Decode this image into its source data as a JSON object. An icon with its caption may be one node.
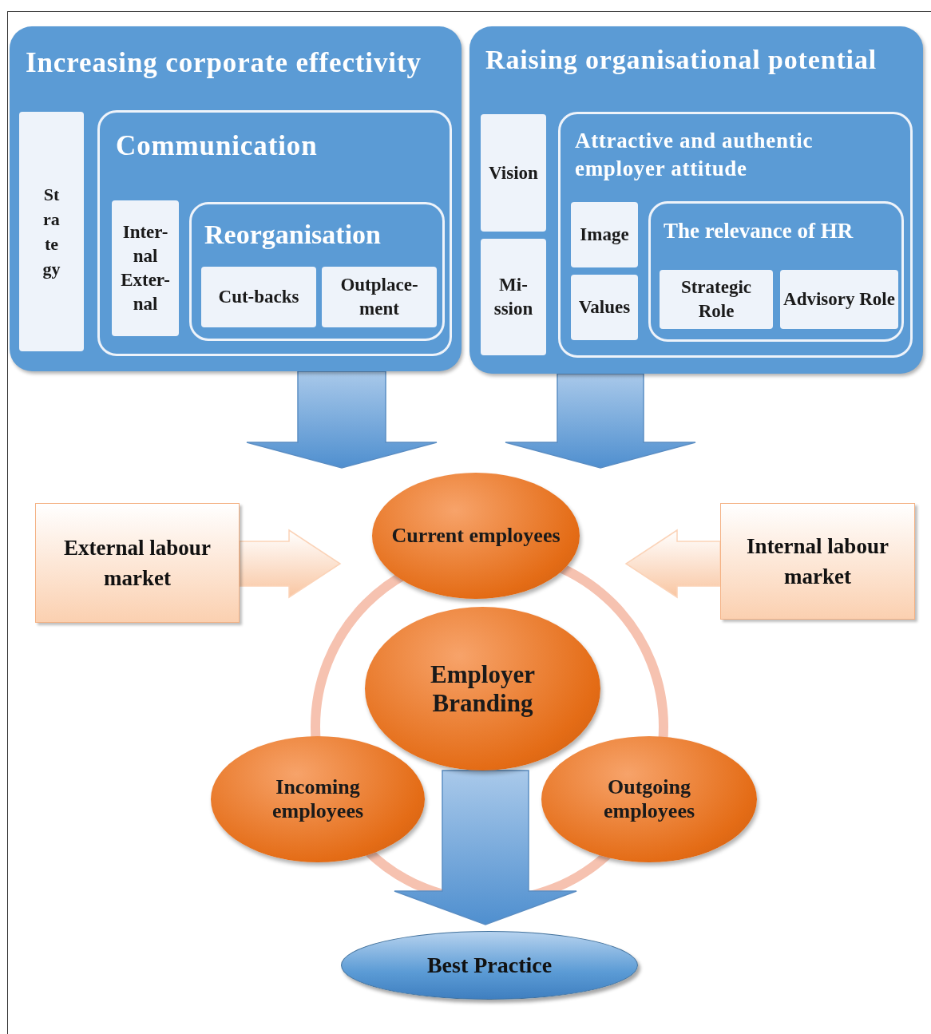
{
  "diagram": {
    "nodes": [
      {
        "text": [
          "Increasing corporate effectivity"
        ]
      },
      {
        "text": [
          "Strategy"
        ],
        "in": 0
      },
      {
        "text": [
          "Communication"
        ],
        "in": 0
      },
      {
        "text": [
          "Inter- nal Exter- nal"
        ],
        "in": 2
      },
      {
        "text": [
          "Reorganisation"
        ],
        "in": 2
      },
      {
        "text": [
          "Cut-backs"
        ],
        "in": 4
      },
      {
        "text": [
          "Outplace- ment"
        ],
        "in": 4
      },
      {
        "text": [
          "Raising organisational potential"
        ]
      },
      {
        "text": [
          "Vision"
        ],
        "in": 7
      },
      {
        "text": [
          "Mi- ssion"
        ],
        "in": 7
      },
      {
        "text": [
          "Attractive and authentic employer attitude"
        ],
        "in": 7
      },
      {
        "text": [
          "Image"
        ],
        "in": 10
      },
      {
        "text": [
          "Values"
        ],
        "in": 10
      },
      {
        "text": [
          "The relevance of HR"
        ],
        "in": 10
      },
      {
        "text": [
          "Strategic Role"
        ],
        "in": 13
      },
      {
        "text": [
          "Advisory Role"
        ],
        "in": 13
      },
      {
        "text": [
          "External labour market"
        ]
      },
      {
        "text": [
          "Current employees"
        ]
      },
      {
        "text": [
          "Employer Branding"
        ]
      },
      {
        "text": [
          "Internal labour market"
        ]
      },
      {
        "text": [
          "Incoming employees"
        ]
      },
      {
        "text": [
          "Outgoing employees"
        ]
      },
      {
        "text": [
          "Best Practice"
        ]
      }
    ],
    "edges": [
      {
        "from": 0,
        "to": 17,
        "arrow": "to"
      },
      {
        "from": 7,
        "to": 17,
        "arrow": "to"
      },
      {
        "from": 16,
        "to": 17,
        "arrow": "to",
        "color": "#fbd3b8"
      },
      {
        "from": 19,
        "to": 17,
        "arrow": "to",
        "color": "#fbd3b8"
      },
      {
        "from": 18,
        "to": 22,
        "arrow": "to"
      }
    ]
  }
}
